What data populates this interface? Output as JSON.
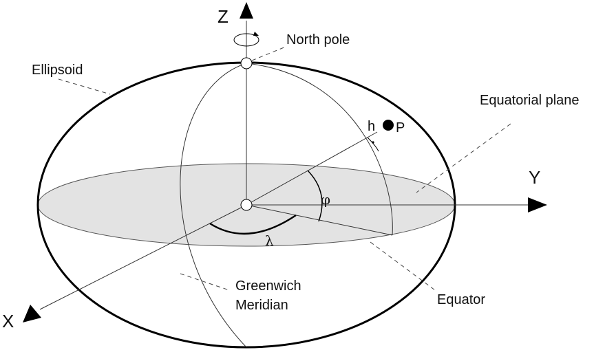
{
  "labels": {
    "z_axis": "Z",
    "y_axis": "Y",
    "x_axis": "X",
    "north_pole": "North pole",
    "ellipsoid": "Ellipsoid",
    "equatorial_plane": "Equatorial plane",
    "point_h": "h",
    "point_p": "P",
    "latitude": "φ",
    "longitude": "λ",
    "greenwich_line1": "Greenwich",
    "greenwich_line2": "Meridian",
    "equator": "Equator"
  },
  "colors": {
    "stroke": "#000000",
    "plane_fill": "#e3e3e3",
    "background": "#ffffff"
  }
}
